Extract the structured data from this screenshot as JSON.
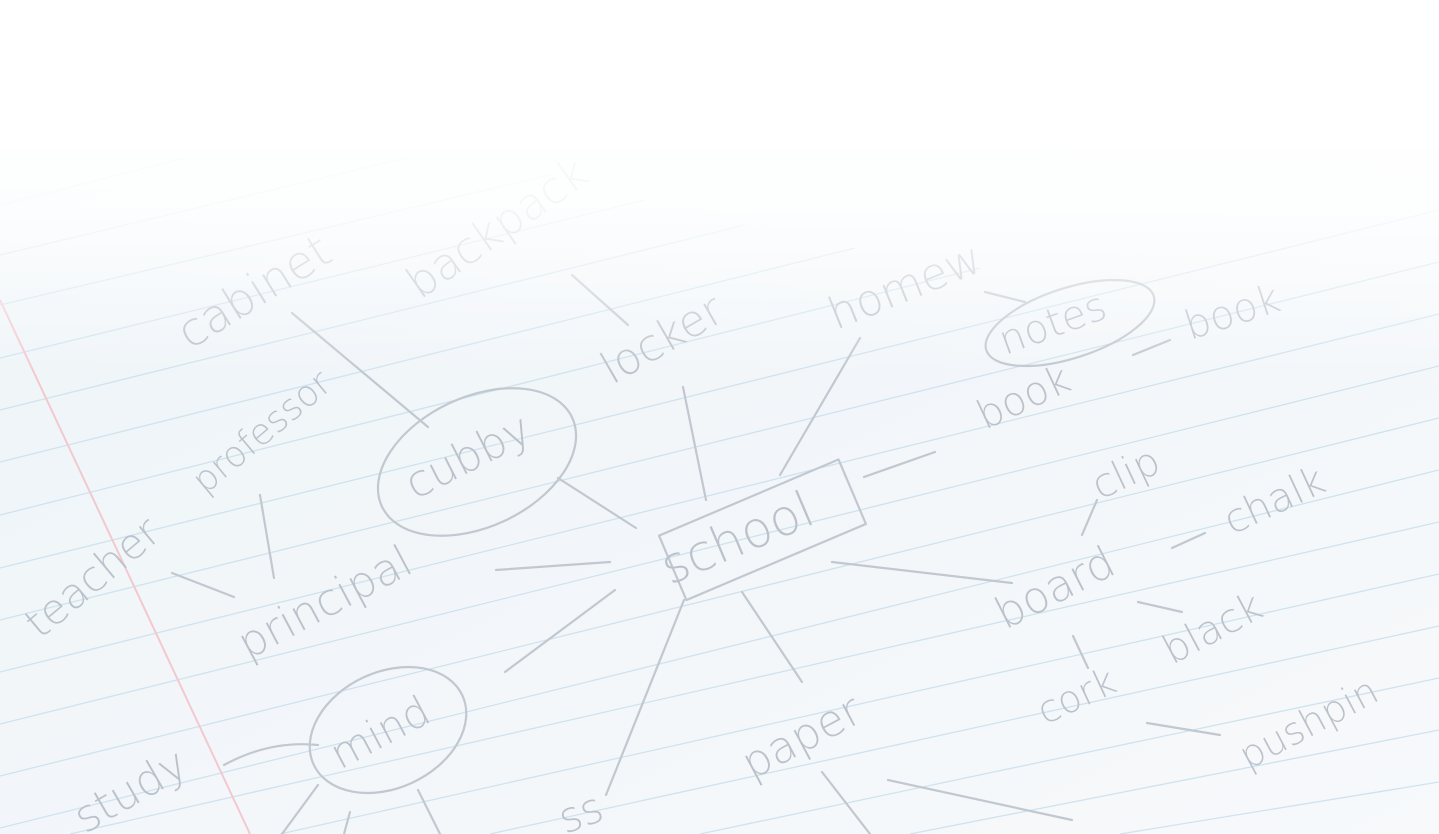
{
  "image": {
    "subject": "mind-map-notebook-photo",
    "colors": {
      "paper": "#f5f8fb",
      "rule_line": "#cfe3ef",
      "margin_line": "#f2c9cf",
      "ink": "#bcc2cb"
    }
  },
  "mind_map": {
    "center": "school",
    "words": {
      "cabinet": "cabinet",
      "backpack": "backpack",
      "homework": "homew",
      "notes": "notes",
      "book": "book",
      "bookmark": "book",
      "locker": "locker",
      "professor": "professor",
      "cubby": "cubby",
      "teacher": "teacher",
      "principal": "principal",
      "clip": "clip",
      "chalk": "chalk",
      "board": "board",
      "black": "black",
      "cork": "cork",
      "pushpin": "pushpin",
      "paper": "paper",
      "mind": "mind",
      "study": "study",
      "bottom_fragment": "ss"
    }
  }
}
